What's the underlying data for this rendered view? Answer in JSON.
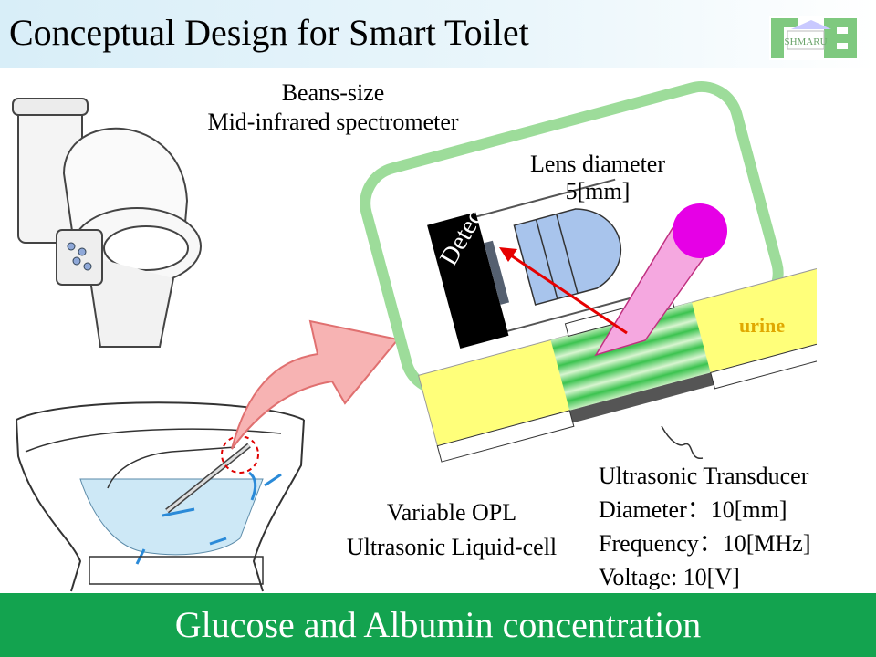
{
  "title": "Conceptual Design for Smart Toilet",
  "logo": {
    "text": "SHMARU",
    "icon": "lab-logo-icon"
  },
  "spectrometer": {
    "line1": "Beans-size",
    "line2": "Mid-infrared spectrometer",
    "detector": "Detector",
    "lens_line1": "Lens diameter",
    "lens_line2": "5[mm]"
  },
  "cell": {
    "urine": "urine",
    "name_line1": "Variable OPL",
    "name_line2": "Ultrasonic  Liquid-cell"
  },
  "transducer": {
    "name": "Ultrasonic  Transducer",
    "diameter": "Diameter：10[mm]",
    "frequency": "Frequency：10[MHz]",
    "voltage": "Voltage: 10[V]"
  },
  "footer": "Glucose and Albumin concentration",
  "colors": {
    "footer_bg": "#13a34f",
    "frame": "#9ddc9a",
    "cell_yellow": "#ffff7a",
    "pointer_arrow": "#f7b3b3",
    "beam": "#e60000",
    "urine_text": "#e0a800",
    "source": "#e600e6"
  }
}
